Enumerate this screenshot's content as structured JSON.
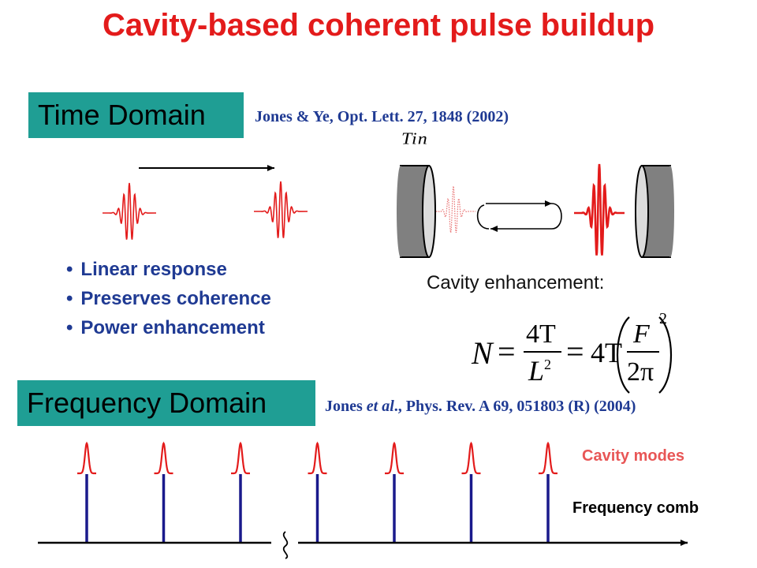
{
  "slide": {
    "title": "Cavity-based coherent pulse buildup",
    "time_domain": {
      "heading": "Time Domain",
      "reference": "Jones & Ye, Opt. Lett. 27, 1848 (2002)",
      "tin_label": "Tin",
      "bullets": [
        "Linear response",
        "Preserves coherence",
        "Power enhancement"
      ],
      "enhancement_label": "Cavity enhancement:",
      "equation": {
        "lhs": "N",
        "frac1_num": "4T",
        "frac1_den": "L",
        "frac1_den_exp": "2",
        "mid": "4T",
        "frac2_num": "F",
        "frac2_den": "2π",
        "outer_exp": "2"
      }
    },
    "frequency_domain": {
      "heading": "Frequency Domain",
      "reference_prefix": "Jones ",
      "reference_italic": "et al",
      "reference_suffix": "., Phys. Rev. A 69, 051803 (R) (2004)",
      "cavity_modes_label": "Cavity modes",
      "frequency_comb_label": "Frequency comb",
      "comb_line_count": 7
    },
    "colors": {
      "title": "#e31b1b",
      "teal_box": "#1f9e94",
      "navy_text": "#1f3a93",
      "pulse_red": "#e31b1b",
      "comb_blue": "#1a1a8c"
    }
  }
}
